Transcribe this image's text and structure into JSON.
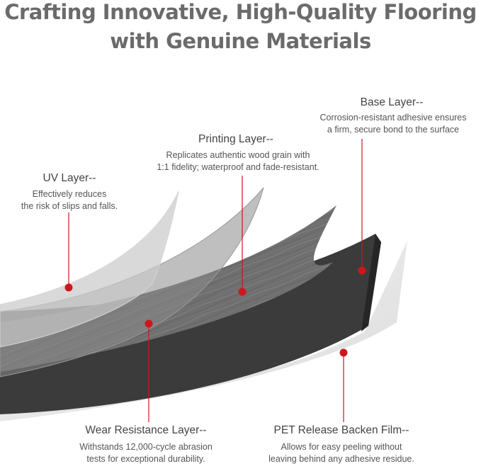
{
  "title": {
    "line1": "Crafting Innovative, High-Quality Flooring",
    "line2": "with Genuine Materials"
  },
  "layers": {
    "uv": {
      "heading": "UV Layer--",
      "desc1": "Effectively reduces",
      "desc2": "the risk of slips and falls."
    },
    "printing": {
      "heading": "Printing Layer--",
      "desc1": "Replicates authentic wood grain with",
      "desc2": "1:1 fidelity; waterproof and fade-resistant."
    },
    "base": {
      "heading": "Base Layer--",
      "desc1": "Corrosion-resistant adhesive ensures",
      "desc2": "a firm, secure bond to the surface"
    },
    "wear": {
      "heading": "Wear Resistance Layer--",
      "desc1": "Withstands 12,000-cycle abrasion",
      "desc2": "tests for exceptional durability."
    },
    "pet": {
      "heading": "PET Release Backen Film--",
      "desc1": "Allows for easy peeling without",
      "desc2": "leaving behind any adhesive residue."
    }
  },
  "colors": {
    "title": "#6b6b6b",
    "marker": "#d0151f",
    "base_layer": "#3a3a3a",
    "wood_layer": "#6e6e6e",
    "film_layer": "#e4e4e4"
  }
}
